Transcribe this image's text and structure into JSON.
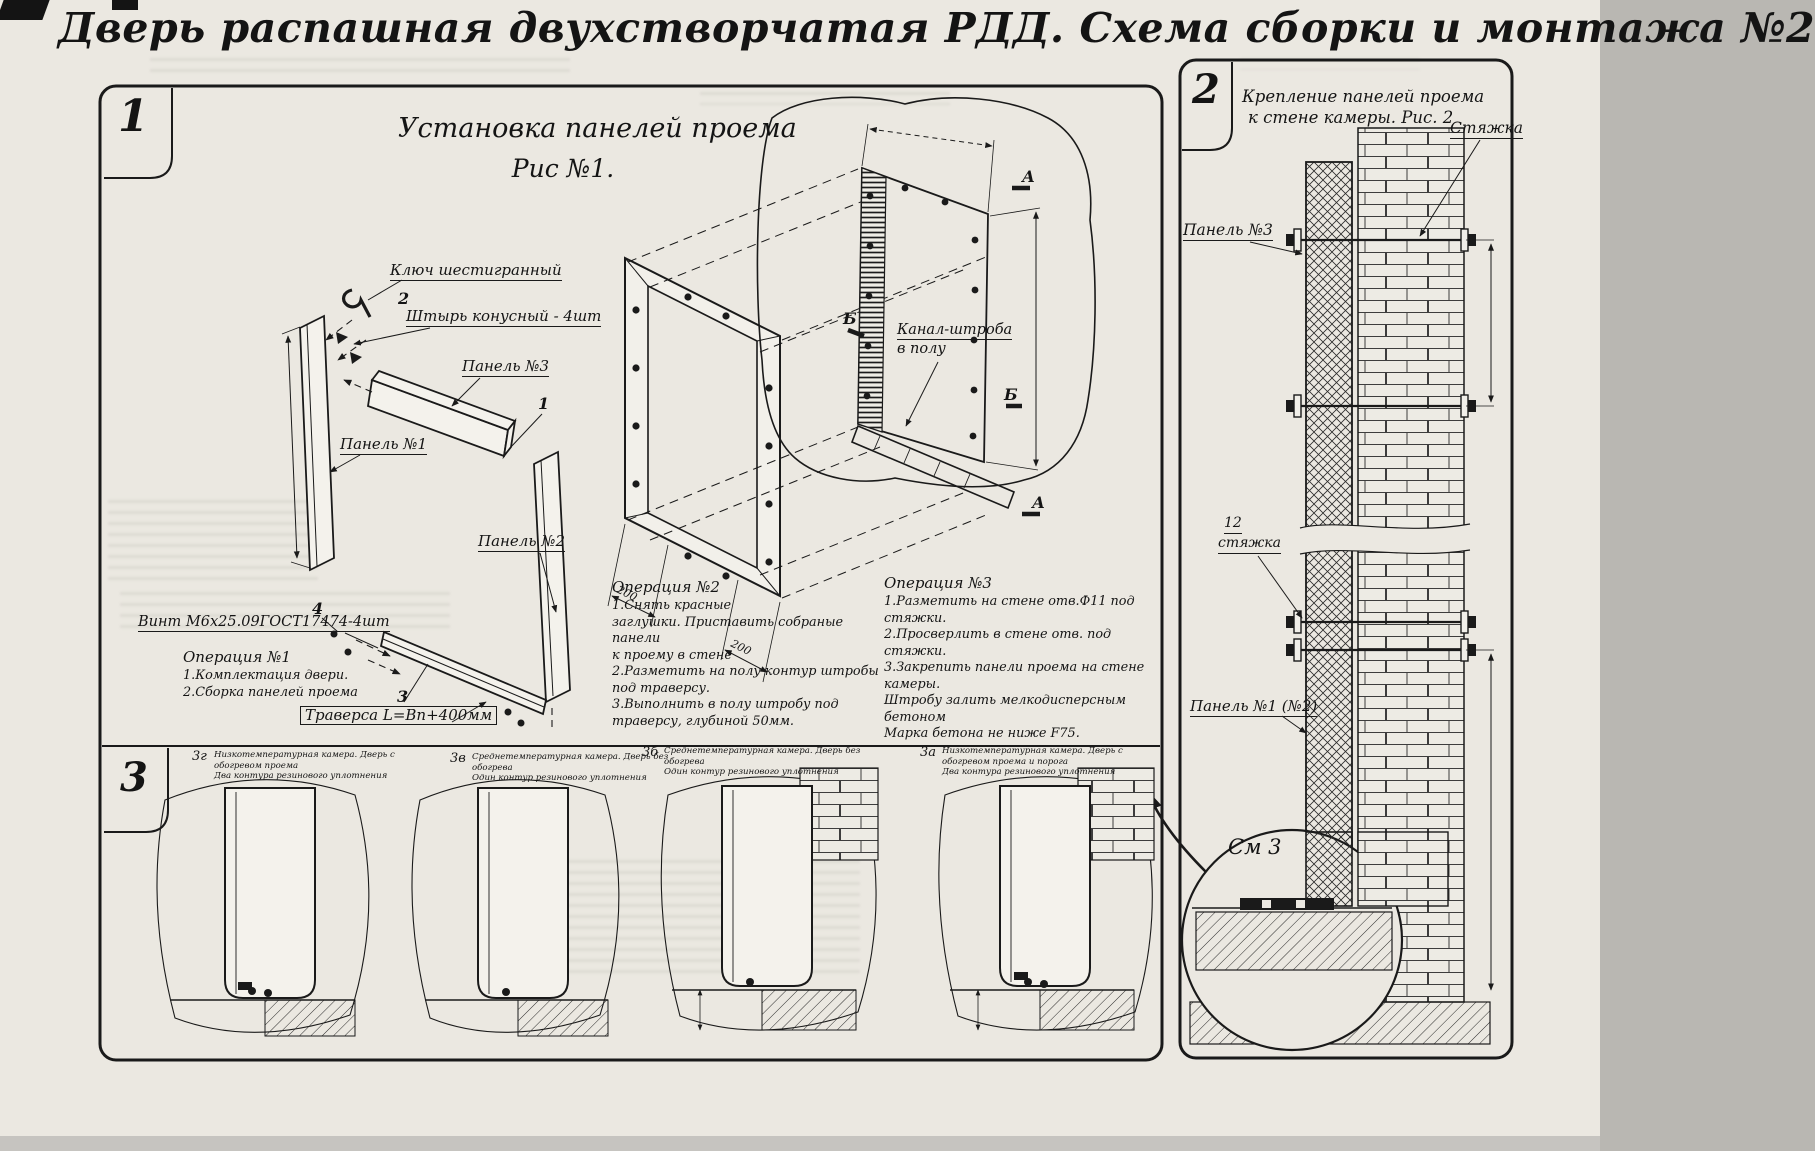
{
  "title": "Дверь распашная двухстворчатая РДД.  Схема сборки и монтажа №2",
  "colors": {
    "ink": "#1a1a1a",
    "paper": "#ebe8e1"
  },
  "fig1": {
    "badge": "1",
    "title1": "Установка панелей проема",
    "title2": "Рис №1.",
    "labels": {
      "hex_key": "Ключ шестигранный",
      "pin": "Штырь конусный - 4шт",
      "panel3": "Панель №3",
      "panel1": "Панель №1",
      "panel2": "Панель №2",
      "screw": "Винт М6х25.09ГОСТ17474-4шт",
      "traverse": "Траверса  L=Bп+400мм",
      "channel1": "Канал-штроба",
      "channel2": "в полу",
      "mark_a_top": "А",
      "mark_a_bottom": "А",
      "mark_b_left": "Б",
      "mark_b_right": "Б",
      "callout1": "1",
      "callout2": "2",
      "callout3": "3",
      "callout4": "4",
      "dim200a": "200",
      "dim200b": "200"
    },
    "op1": {
      "title": "Операция №1",
      "l1": "1.Комплектация двери.",
      "l2": "2.Сборка панелей проема"
    },
    "op2": {
      "title": "Операция №2",
      "l1": "1.Снять красные",
      "l2": "заглушки. Приставить собраные панели",
      "l3": "к проему в стене",
      "l4": "2.Разметить на полу контур штробы",
      "l5": "под траверсу.",
      "l6": "3.Выполнить в полу штробу под",
      "l7": "траверсу, глубиной 50мм."
    },
    "op3": {
      "title": "Операция №3",
      "l1": "1.Разметить на стене отв.Ф11 под",
      "l2": "стяжки.",
      "l3": "2.Просверлить в стене отв.  под",
      "l4": "стяжки.",
      "l5": "3.Закрепить панели проема на стене камеры.",
      "l6": "Штробу залить мелкодисперсным бетоном",
      "l7": "Марка бетона не ниже   F75."
    }
  },
  "fig2": {
    "badge": "2",
    "title1": "Крепление панелей проема",
    "title2": "к стене камеры. Рис. 2",
    "labels": {
      "tie_top": "Стяжка",
      "panel3": "Панель №3",
      "pos12": "12",
      "tie_mid": "стяжка",
      "panel12": "Панель №1 (№2)",
      "see3": "См 3"
    }
  },
  "fig3": {
    "badge": "3",
    "details": [
      {
        "id": "3г",
        "cap1": "Низкотемпературная камера. Дверь с обогревом проема",
        "cap2": "Два контура резинового уплотнения"
      },
      {
        "id": "3в",
        "cap1": "Среднетемпературная камера. Дверь без обогрева",
        "cap2": "Один контур резинового уплотнения"
      },
      {
        "id": "3б",
        "cap1": "Среднетемпературная камера. Дверь без обогрева",
        "cap2": "Один контур резинового уплотнения"
      },
      {
        "id": "3а",
        "cap1": "Низкотемпературная камера. Дверь с обогревом проема и порога",
        "cap2": "Два контура резинового уплотнения"
      }
    ]
  }
}
